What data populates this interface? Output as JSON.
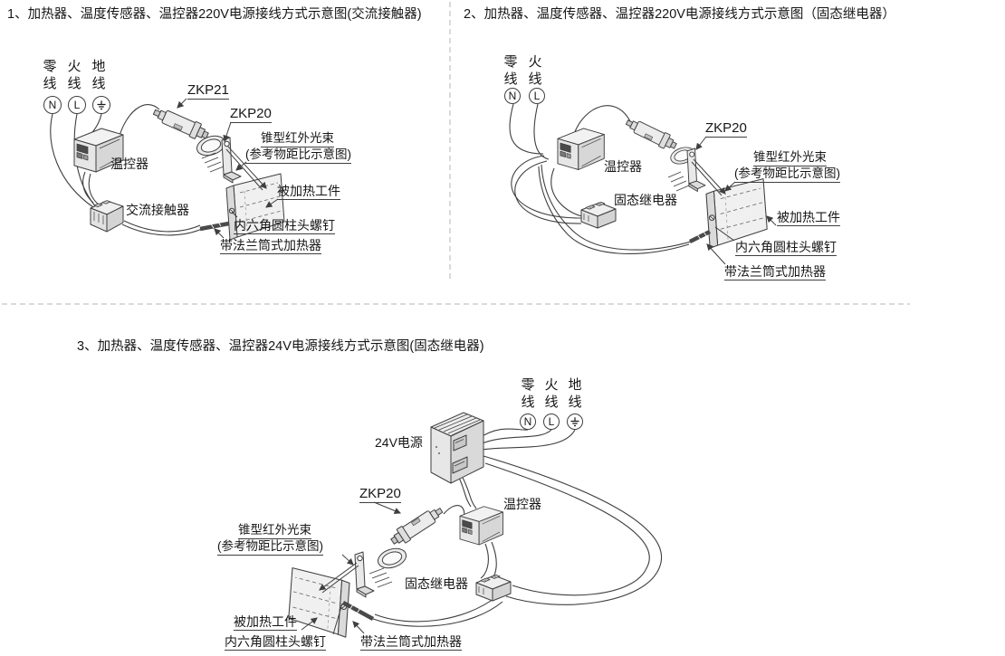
{
  "page": {
    "background": "#ffffff",
    "line_color": "#3f3f3f",
    "text_color": "#161616",
    "divider_color": "#b4b4b4"
  },
  "panel1": {
    "title": "1、加热器、温度传感器、温控器220V电源接线方式示意图(交流接触器)",
    "terminals": [
      {
        "label": "零线",
        "symbol": "N"
      },
      {
        "label": "火线",
        "symbol": "L"
      },
      {
        "label": "地线",
        "symbol": "earth"
      }
    ],
    "labels": {
      "sensor": "ZKP21",
      "bracket": "ZKP20",
      "controller": "温控器",
      "contactor": "交流接触器",
      "beam_line1": "锥型红外光束",
      "beam_line2": "(参考物距比示意图)",
      "workpiece": "被加热工件",
      "screw": "内六角圆柱头螺钉",
      "heater": "带法兰筒式加热器"
    }
  },
  "panel2": {
    "title": "2、加热器、温度传感器、温控器220V电源接线方式示意图（固态继电器）",
    "terminals": [
      {
        "label": "零线",
        "symbol": "N"
      },
      {
        "label": "火线",
        "symbol": "L"
      }
    ],
    "labels": {
      "bracket": "ZKP20",
      "controller": "温控器",
      "relay": "固态继电器",
      "beam_line1": "锥型红外光束",
      "beam_line2": "(参考物距比示意图)",
      "workpiece": "被加热工件",
      "screw": "内六角圆柱头螺钉",
      "heater": "带法兰筒式加热器"
    }
  },
  "panel3": {
    "title": "3、加热器、温度传感器、温控器24V电源接线方式示意图(固态继电器)",
    "terminals": [
      {
        "label": "零线",
        "symbol": "N"
      },
      {
        "label": "火线",
        "symbol": "L"
      },
      {
        "label": "地线",
        "symbol": "earth"
      }
    ],
    "labels": {
      "power": "24V电源",
      "bracket": "ZKP20",
      "controller": "温控器",
      "relay": "固态继电器",
      "beam_line1": "锥型红外光束",
      "beam_line2": "(参考物距比示意图)",
      "workpiece": "被加热工件",
      "screw": "内六角圆柱头螺钉",
      "heater": "带法兰筒式加热器"
    }
  }
}
